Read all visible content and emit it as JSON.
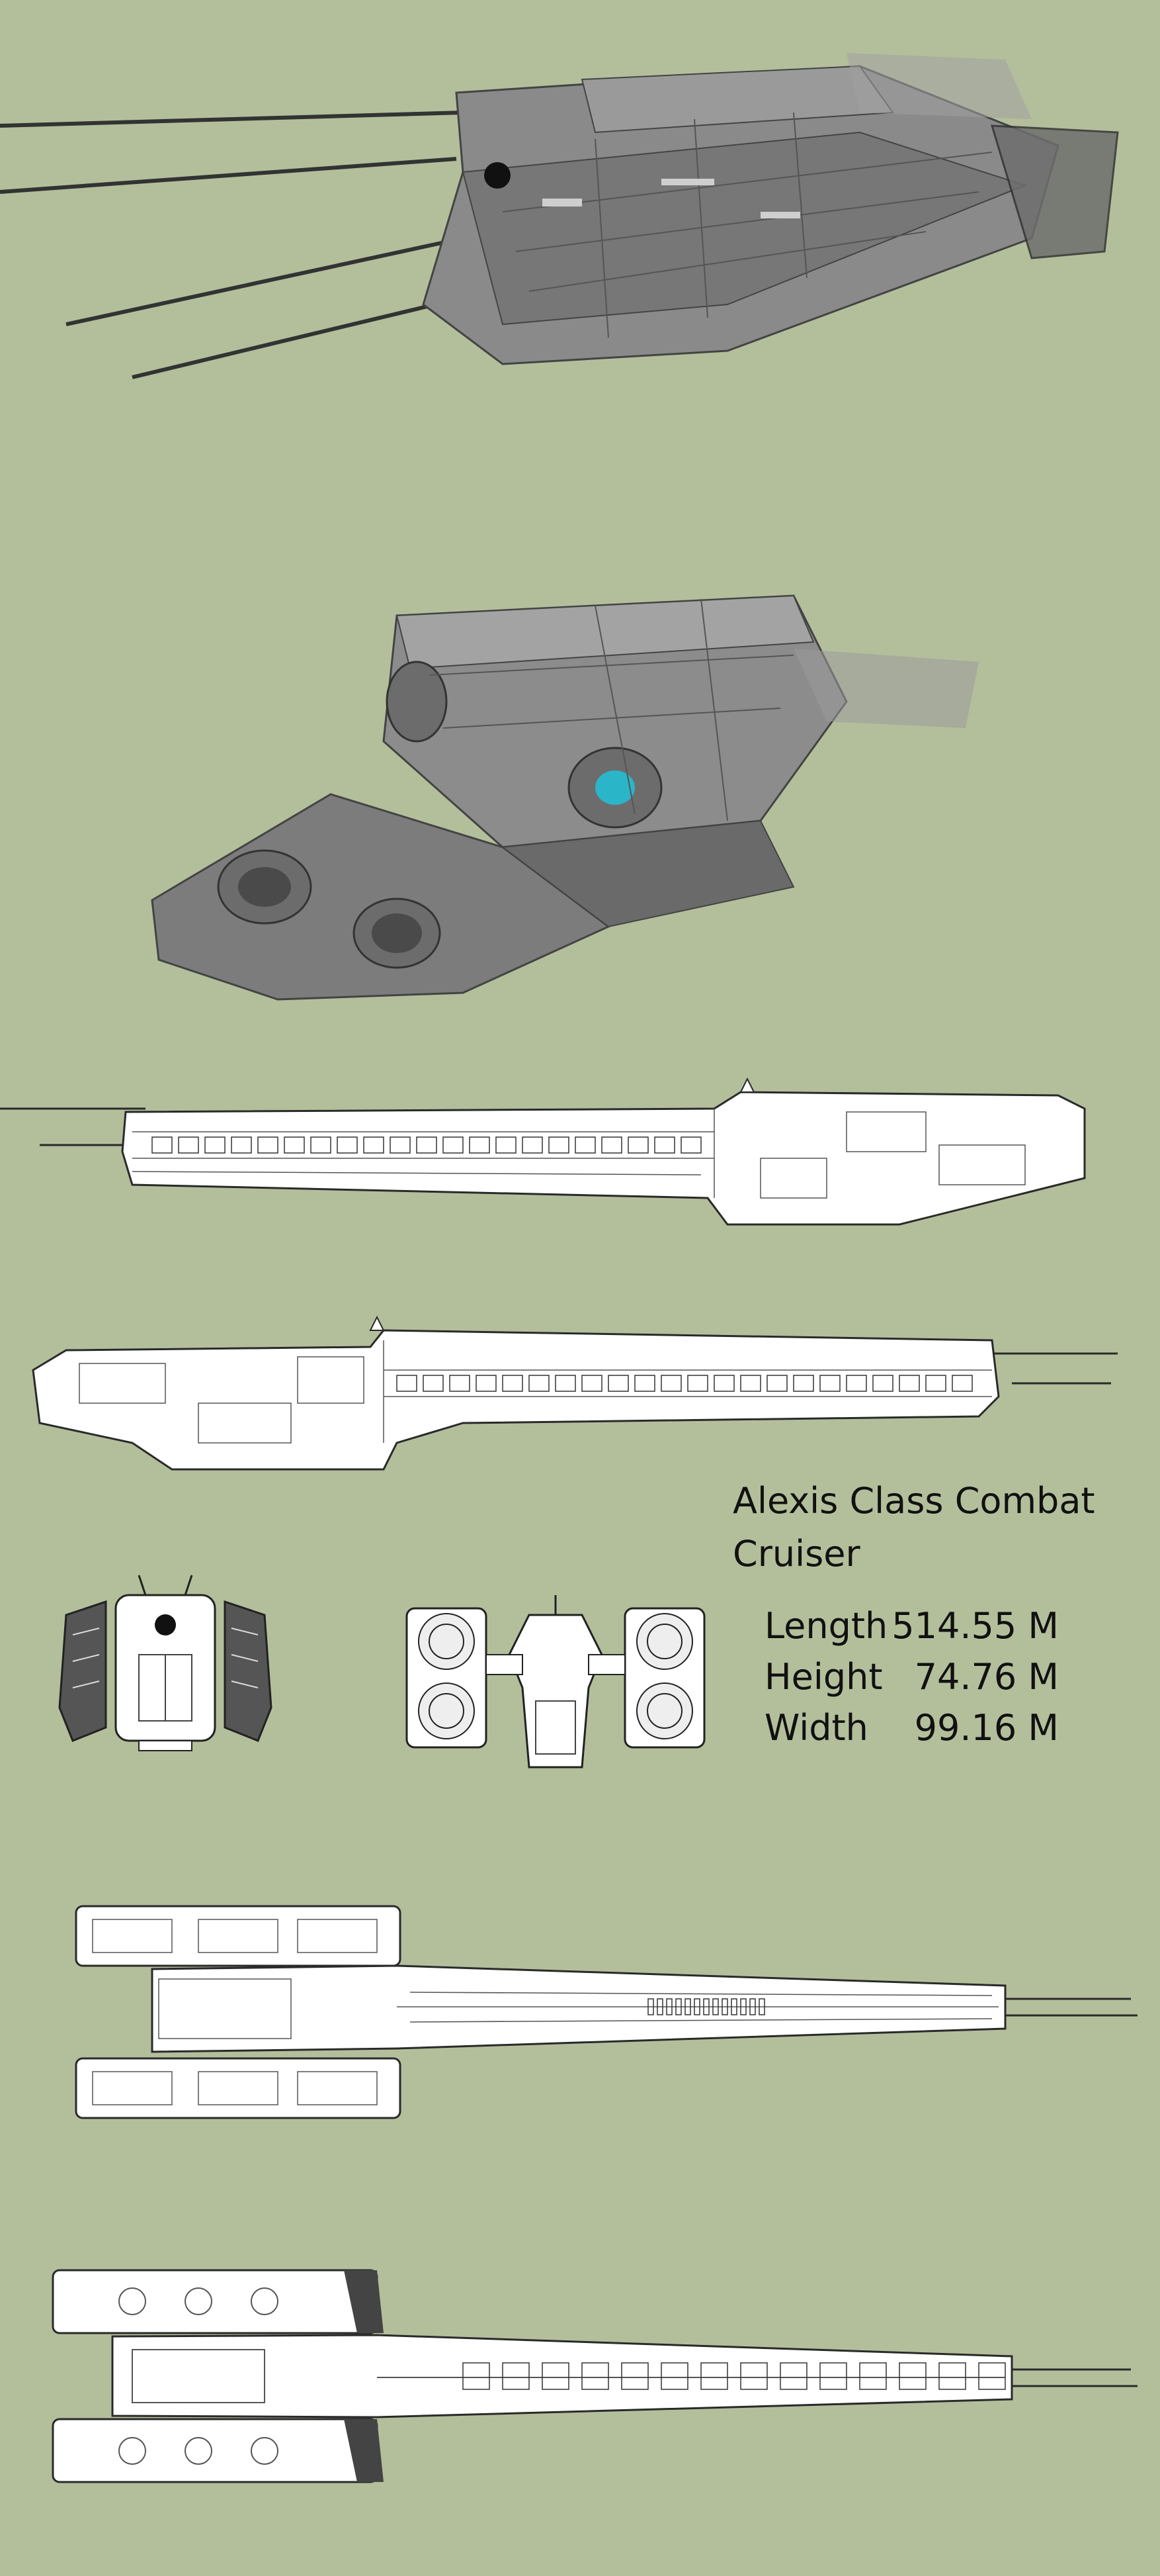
{
  "title": "Alexis Class Combat Cruiser",
  "specs": [
    {
      "label": "Length",
      "value": "514.55 M"
    },
    {
      "label": "Height",
      "value": "74.76 M"
    },
    {
      "label": "Width",
      "value": "99.16 M"
    }
  ],
  "colors": {
    "background": "#b3bf9b",
    "hull_gray": "#8a8a8a",
    "hull_dark": "#5e5e5e",
    "lineart_fill": "#ffffff",
    "lineart_stroke": "#2a2a2a",
    "engine_glow": "#2bb5c9"
  }
}
